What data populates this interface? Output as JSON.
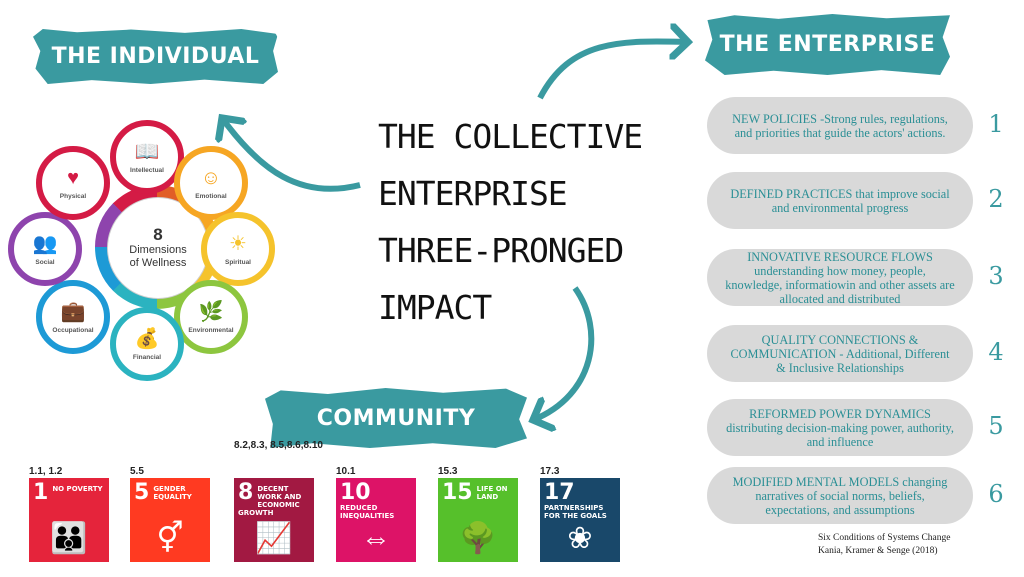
{
  "banners": {
    "individual": "THE INDIVIDUAL",
    "enterprise": "THE ENTERPRISE",
    "community": "COMMUNITY"
  },
  "title_lines": [
    "THE COLLECTIVE",
    "ENTERPRISE",
    "THREE-PRONGED",
    "IMPACT"
  ],
  "wellness": {
    "center_number": "8",
    "center_text_1": "Dimensions",
    "center_text_2": "of Wellness",
    "dimensions": [
      {
        "label": "Intellectual",
        "icon": "book-icon",
        "glyph": "📖",
        "color": "#d41b45"
      },
      {
        "label": "Emotional",
        "icon": "smiley-icon",
        "glyph": "☺",
        "color": "#f6a623"
      },
      {
        "label": "Spiritual",
        "icon": "sunrise-icon",
        "glyph": "☀",
        "color": "#f5c32c"
      },
      {
        "label": "Environmental",
        "icon": "leaf-icon",
        "glyph": "🌿",
        "color": "#8dc63f"
      },
      {
        "label": "Financial",
        "icon": "money-hand-icon",
        "glyph": "💰",
        "color": "#2bb3c0"
      },
      {
        "label": "Occupational",
        "icon": "briefcase-icon",
        "glyph": "💼",
        "color": "#1d9ad6"
      },
      {
        "label": "Social",
        "icon": "people-icon",
        "glyph": "👥",
        "color": "#8e44ad"
      },
      {
        "label": "Physical",
        "icon": "heart-icon",
        "glyph": "♥",
        "color": "#d41b45"
      }
    ]
  },
  "conditions": [
    {
      "number": "1",
      "text": "NEW POLICIES -Strong rules, regulations, and priorities that guide the actors' actions."
    },
    {
      "number": "2",
      "text": "DEFINED PRACTICES that improve social and environmental progress"
    },
    {
      "number": "3",
      "text": "INNOVATIVE RESOURCE FLOWS understanding how money, people, knowledge, informatiowin and other assets are allocated and distributed"
    },
    {
      "number": "4",
      "text": "QUALITY CONNECTIONS & COMMUNICATION - Additional, Different & Inclusive Relationships"
    },
    {
      "number": "5",
      "text": "REFORMED POWER DYNAMICS distributing decision-making power, authority, and influence"
    },
    {
      "number": "6",
      "text": "MODIFIED MENTAL MODELS changing  narratives of social norms, beliefs, expectations, and assumptions"
    }
  ],
  "source": {
    "line1": "Six Conditions of Systems Change",
    "line2": "Kania, Kramer & Senge (2018)"
  },
  "sdgs": [
    {
      "ref": "1.1, 1.2",
      "number": "1",
      "label": "No Poverty",
      "color": "#e5243b",
      "icon": "family-icon",
      "glyph": "👪"
    },
    {
      "ref": "5.5",
      "number": "5",
      "label": "Gender Equality",
      "color": "#ff3a21",
      "icon": "gender-icon",
      "glyph": "⚥"
    },
    {
      "ref": "8.2,8.3, 8.5,8.6,8.10",
      "number": "8",
      "label": "Decent Work and Economic Growth",
      "color": "#a21942",
      "icon": "growth-chart-icon",
      "glyph": "📈"
    },
    {
      "ref": "10.1",
      "number": "10",
      "label": "Reduced Inequalities",
      "color": "#dd1367",
      "icon": "equality-arrows-icon",
      "glyph": "⇔"
    },
    {
      "ref": "15.3",
      "number": "15",
      "label": "Life On Land",
      "color": "#56c02b",
      "icon": "tree-bird-icon",
      "glyph": "🌳"
    },
    {
      "ref": "17.3",
      "number": "17",
      "label": "Partnerships For The Goals",
      "color": "#19486a",
      "icon": "rings-icon",
      "glyph": "❀"
    }
  ]
}
